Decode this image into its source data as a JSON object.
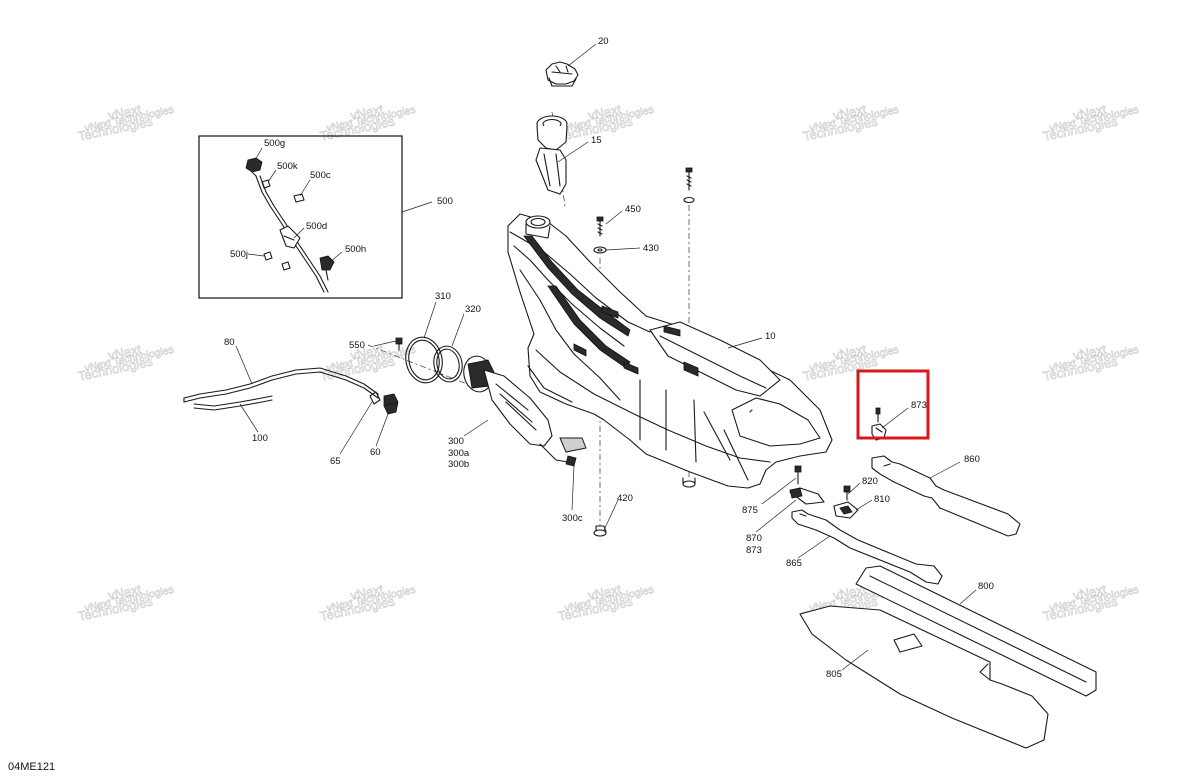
{
  "diagram_code": "04ME121",
  "watermark": {
    "line1": "vNext",
    "line2": "Technologies",
    "full": "vNext Technologies"
  },
  "highlight_color": "#d7191c",
  "callouts": {
    "c20": "20",
    "c15": "15",
    "c450": "450",
    "c430": "430",
    "c10": "10",
    "c500": "500",
    "c500g": "500g",
    "c500k": "500k",
    "c500c": "500c",
    "c500d": "500d",
    "c500j": "500j",
    "c500h": "500h",
    "c310": "310",
    "c320": "320",
    "c550": "550",
    "c80": "80",
    "c100": "100",
    "c65": "65",
    "c60": "60",
    "c300": "300",
    "c300a": "300a",
    "c300b": "300b",
    "c300c": "300c",
    "c420": "420",
    "c873top": "873",
    "c860": "860",
    "c875": "875",
    "c870": "870",
    "c873": "873",
    "c820": "820",
    "c810": "810",
    "c865": "865",
    "c800": "800",
    "c805": "805"
  }
}
